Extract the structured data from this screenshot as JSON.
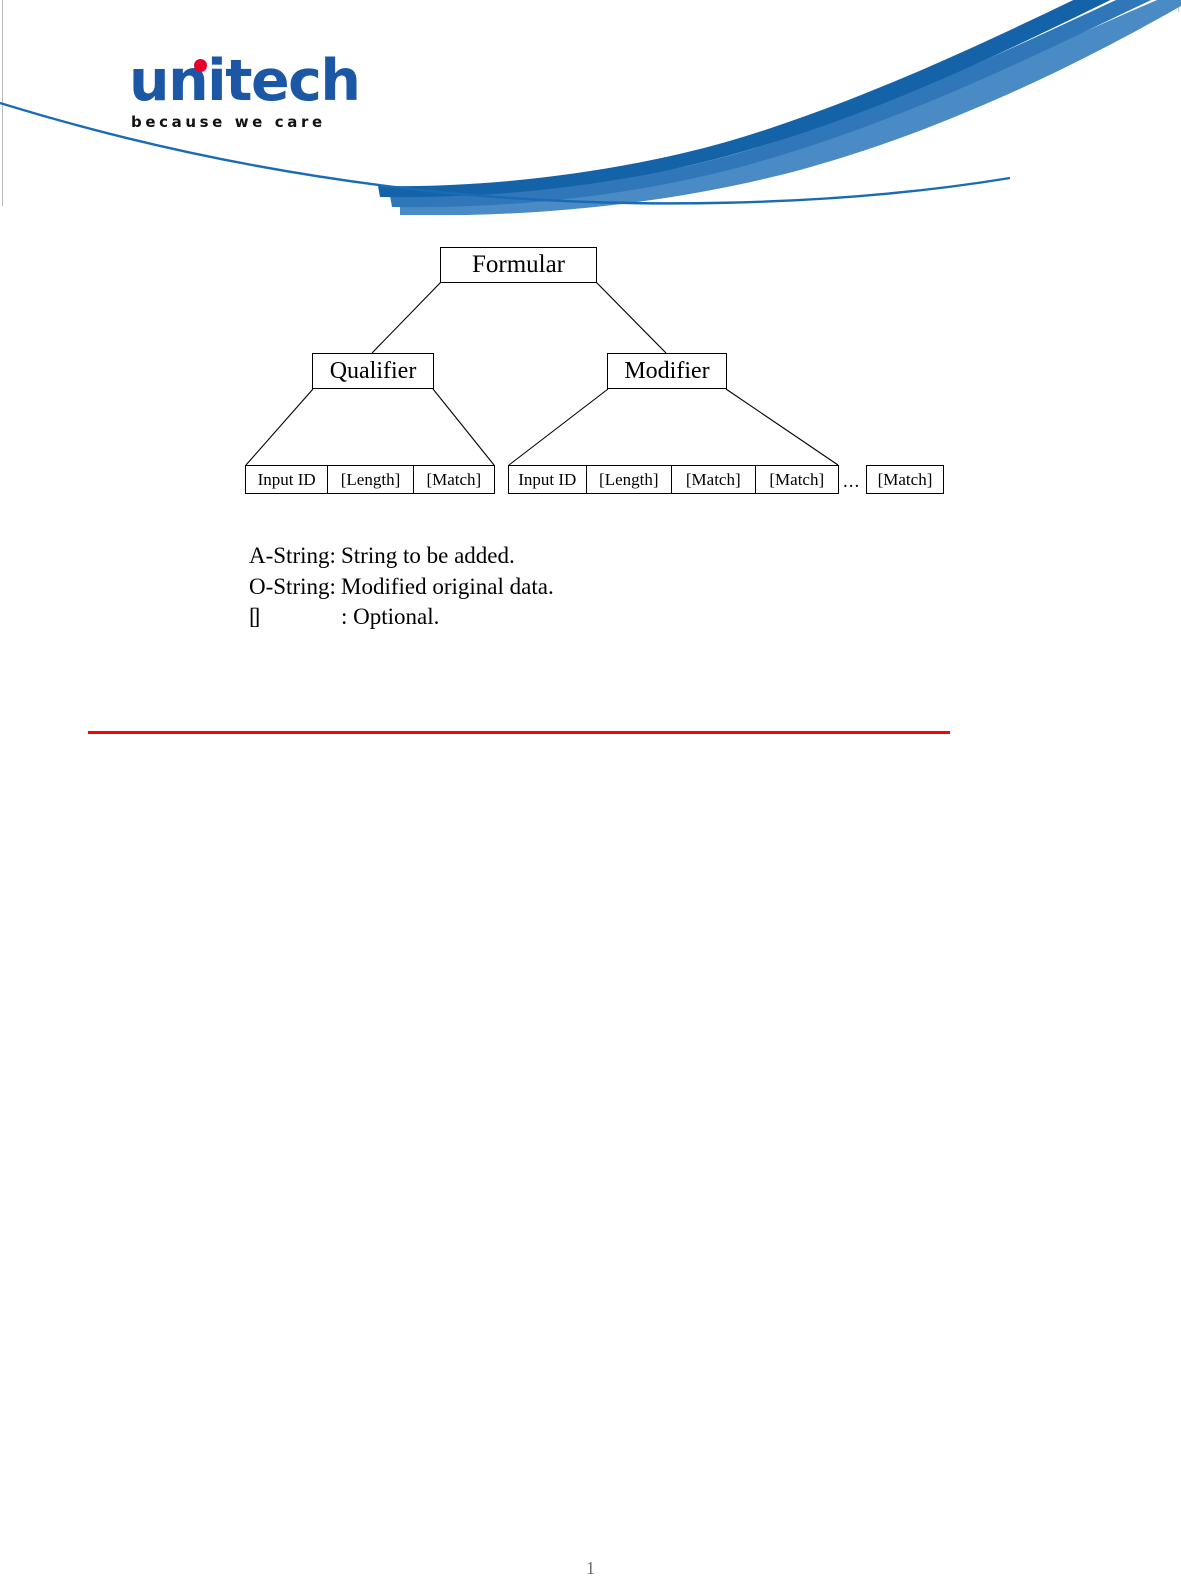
{
  "page": {
    "background_color": "#ffffff",
    "number": "1"
  },
  "header": {
    "logo": {
      "wordmark": "unitech",
      "tagline": "because we care",
      "wordmark_color": "#1b57a5",
      "dot_color": "#e4002b",
      "tagline_color": "#121212",
      "dot_icon": "red-dot-over-i"
    },
    "swoosh": {
      "dark_blue": "#1463a8",
      "mid_blue": "#2f77b8",
      "light_blue": "#4a8bc6",
      "thin_line": "#1a6bb5"
    }
  },
  "diagram": {
    "type": "tree",
    "root": {
      "label": "Formular"
    },
    "children": [
      {
        "label": "Qualifier"
      },
      {
        "label": "Modifier"
      }
    ],
    "qualifier_leaves": [
      "Input ID",
      "[Length]",
      "[Match]"
    ],
    "modifier_leaves": [
      "Input ID",
      "[Length]",
      "[Match]",
      "[Match]"
    ],
    "ellipsis": "...",
    "modifier_trailing_leaf": "[Match]",
    "line_color": "#000000"
  },
  "legend": {
    "rows": [
      {
        "term": "A-String:",
        "definition": "String to be added."
      },
      {
        "term": "O-String:",
        "definition": "Modified original data."
      },
      {
        "term": "[]",
        "definition": ": Optional."
      }
    ]
  },
  "footer": {
    "rule_color": "#fe0000"
  }
}
